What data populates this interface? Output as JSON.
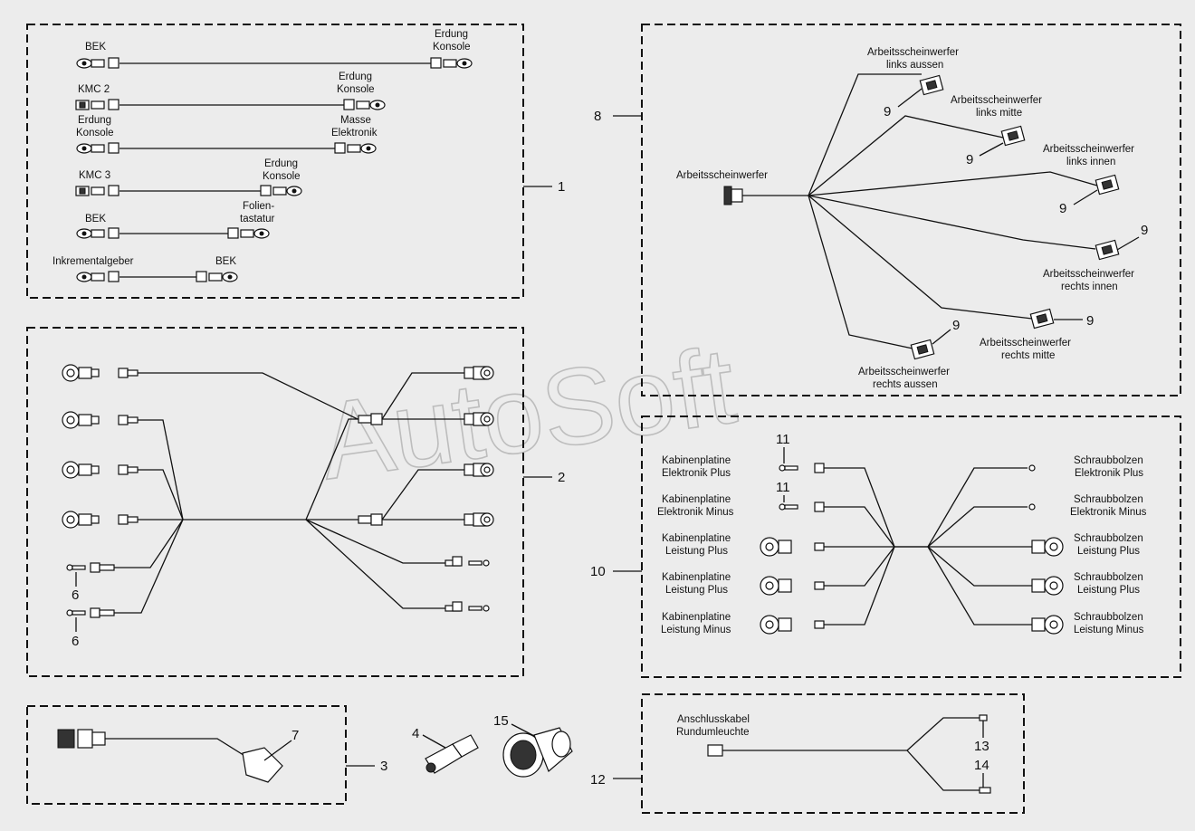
{
  "watermark": "AutoSoft",
  "callouts": {
    "n1": "1",
    "n2": "2",
    "n3": "3",
    "n4": "4",
    "n6": "6",
    "n7": "7",
    "n8": "8",
    "n9": "9",
    "n10": "10",
    "n11": "11",
    "n12": "12",
    "n13": "13",
    "n14": "14",
    "n15": "15"
  },
  "group1": {
    "bek": "BEK",
    "erdung": "Erdung",
    "konsole": "Konsole",
    "kmc2": "KMC 2",
    "masse": "Masse",
    "elektronik": "Elektronik",
    "kmc3": "KMC 3",
    "folien": "Folien-",
    "tastatur": "tastatur",
    "inkrementalgeber": "Inkrementalgeber"
  },
  "group8": {
    "main": "Arbeitsscheinwerfer",
    "links": "links aussen",
    "links_mitte": "links mitte",
    "links_innen": "links innen",
    "rechts_innen": "rechts innen",
    "rechts_mitte": "rechts mitte",
    "rechts_aussen": "rechts aussen"
  },
  "group10": {
    "kabinenplatine": "Kabinenplatine",
    "schraubbolzen": "Schraubbolzen",
    "elektronik_plus": "Elektronik Plus",
    "elektronik_minus": "Elektronik Minus",
    "leistung_plus": "Leistung Plus",
    "leistung_minus": "Leistung Minus"
  },
  "group12": {
    "anschlusskabel": "Anschlusskabel",
    "rundumleuchte": "Rundumleuchte"
  }
}
